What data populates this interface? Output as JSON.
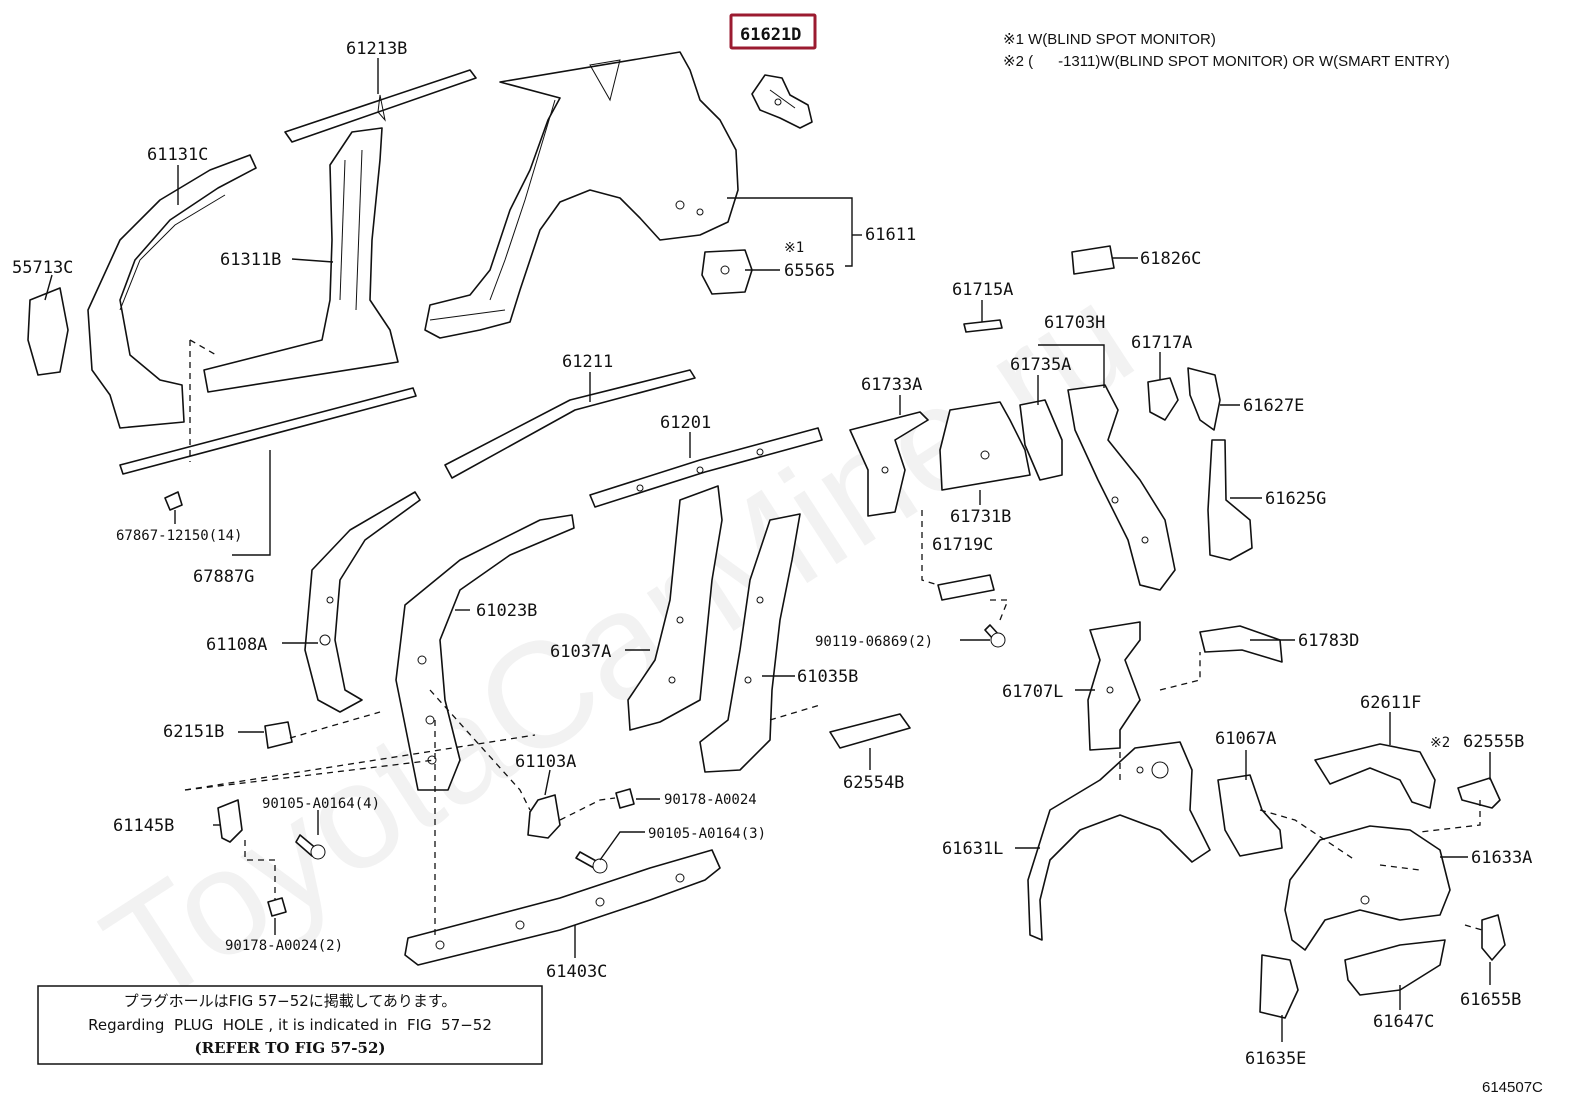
{
  "watermark": "ToyotaCarMine.ru",
  "highlighted_part": "61621D",
  "notes": [
    "※1 W(BLIND SPOT MONITOR)",
    "※2 (      -1311)W(BLIND SPOT MONITOR) OR W(SMART ENTRY)"
  ],
  "reference_box": {
    "line_jp": "プラグホールはFIG 57−52に掲載してあります。",
    "line_en": "Regarding  PLUG  HOLE , it is indicated in  FIG  57−52",
    "line_refer": "(REFER TO FIG 57-52)"
  },
  "figure_code": "614507C",
  "labels": {
    "p61621D": "61621D",
    "p61213B": "61213B",
    "p61131C": "61131C",
    "p55713C": "55713C",
    "p61311B": "61311B",
    "p61611": "61611",
    "p65565": "65565",
    "mark1": "※1",
    "p61826C": "61826C",
    "p61715A": "61715A",
    "p61703H": "61703H",
    "p61717A": "61717A",
    "p61735A": "61735A",
    "p61627E": "61627E",
    "p61733A": "61733A",
    "p61211": "61211",
    "p61201": "61201",
    "p61731B": "61731B",
    "p61625G": "61625G",
    "p61719C": "61719C",
    "p67867": "67867-12150(14)",
    "p67887G": "67887G",
    "p61023B": "61023B",
    "p61108A": "61108A",
    "p61037A": "61037A",
    "p90119": "90119-06869(2)",
    "p61783D": "61783D",
    "p61035B": "61035B",
    "p61707L": "61707L",
    "p62611F": "62611F",
    "mark2": "※2",
    "p62555B": "62555B",
    "p62151B": "62151B",
    "p61067A": "61067A",
    "p61103A": "61103A",
    "p62554B": "62554B",
    "p90105a": "90105-A0164(4)",
    "p90178a": "90178-A0024",
    "p61145B": "61145B",
    "p90105b": "90105-A0164(3)",
    "p61631L": "61631L",
    "p61633A": "61633A",
    "p90178b": "90178-A0024(2)",
    "p61403C": "61403C",
    "p61655B": "61655B",
    "p61647C": "61647C",
    "p61635E": "61635E"
  },
  "colors": {
    "highlight": "#9b1b30",
    "ink": "#111111",
    "background": "#ffffff"
  }
}
